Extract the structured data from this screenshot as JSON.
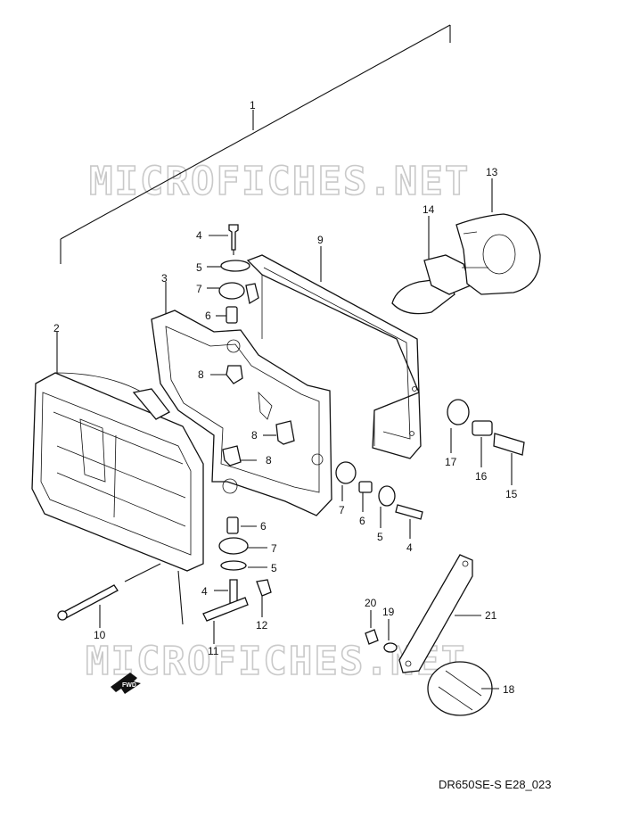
{
  "diagram_code": "DR650SE-S E28_023",
  "watermark": "MICROFICHES.NET",
  "fwd_label": "FWD",
  "callouts": [
    {
      "id": "c1",
      "label": "1"
    },
    {
      "id": "c2",
      "label": "2"
    },
    {
      "id": "c3",
      "label": "3"
    },
    {
      "id": "c4a",
      "label": "4"
    },
    {
      "id": "c5a",
      "label": "5"
    },
    {
      "id": "c7a",
      "label": "7"
    },
    {
      "id": "c6a",
      "label": "6"
    },
    {
      "id": "c8a",
      "label": "8"
    },
    {
      "id": "c8b",
      "label": "8"
    },
    {
      "id": "c8c",
      "label": "8"
    },
    {
      "id": "c9",
      "label": "9"
    },
    {
      "id": "c13",
      "label": "13"
    },
    {
      "id": "c14",
      "label": "14"
    },
    {
      "id": "c17",
      "label": "17"
    },
    {
      "id": "c16",
      "label": "16"
    },
    {
      "id": "c15",
      "label": "15"
    },
    {
      "id": "c7b",
      "label": "7"
    },
    {
      "id": "c6b",
      "label": "6"
    },
    {
      "id": "c5b",
      "label": "5"
    },
    {
      "id": "c4b",
      "label": "4"
    },
    {
      "id": "c6c",
      "label": "6"
    },
    {
      "id": "c7c",
      "label": "7"
    },
    {
      "id": "c5c",
      "label": "5"
    },
    {
      "id": "c4c",
      "label": "4"
    },
    {
      "id": "c12",
      "label": "12"
    },
    {
      "id": "c10",
      "label": "10"
    },
    {
      "id": "c11",
      "label": "11"
    },
    {
      "id": "c20",
      "label": "20"
    },
    {
      "id": "c19",
      "label": "19"
    },
    {
      "id": "c21",
      "label": "21"
    },
    {
      "id": "c18",
      "label": "18"
    }
  ]
}
